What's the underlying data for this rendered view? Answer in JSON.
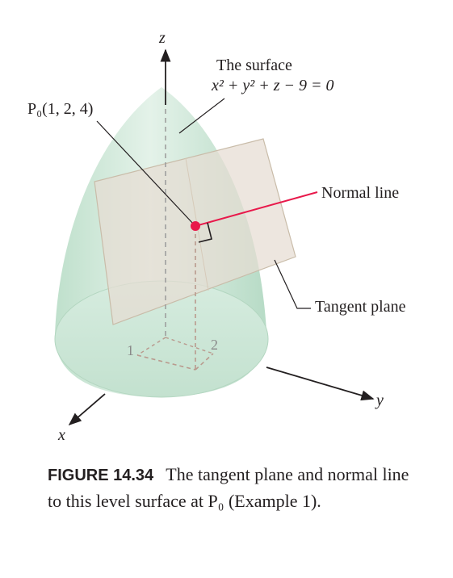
{
  "axes": {
    "z": "z",
    "y": "y",
    "x": "x",
    "tick_1": "1",
    "tick_2": "2"
  },
  "labels": {
    "point": "P₀(1, 2, 4)",
    "surface_title": "The surface",
    "surface_equation": "x² + y² + z − 9 = 0",
    "normal_line": "Normal line",
    "tangent_plane": "Tangent plane"
  },
  "caption": {
    "figure_number": "FIGURE 14.34",
    "text": "The tangent plane and normal line to this level surface at P₀ (Example 1)."
  },
  "colors": {
    "surface_fill": "#cfe8d8",
    "plane_fill": "#e6ddd2",
    "normal_line": "#e8194b",
    "point": "#e8194b",
    "ink": "#231f20"
  }
}
